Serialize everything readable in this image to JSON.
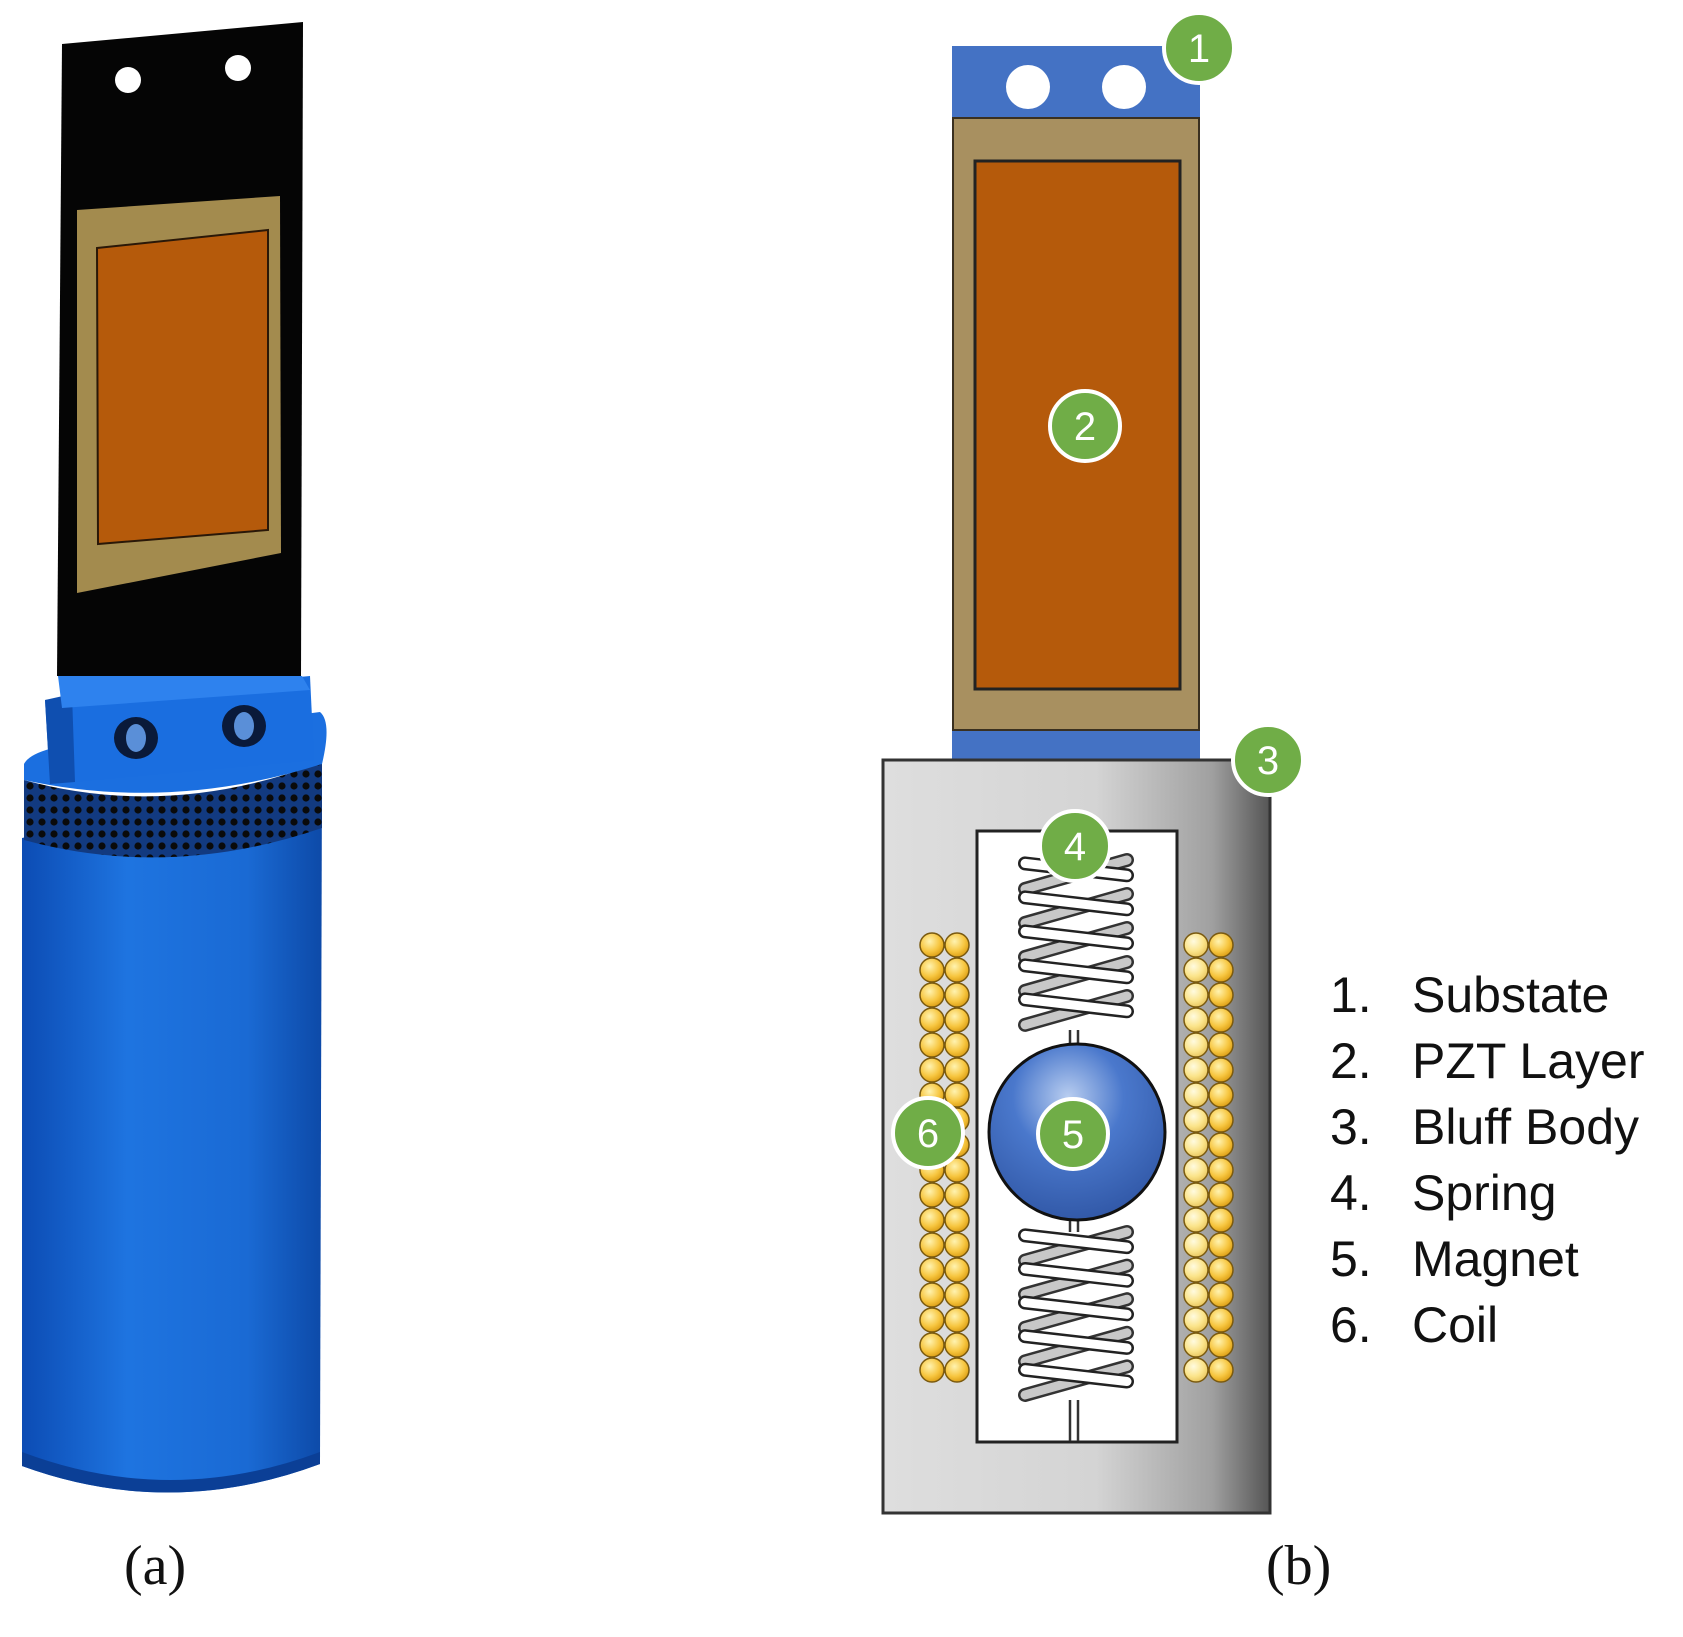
{
  "panels": {
    "a": {
      "label": "(a)"
    },
    "b": {
      "label": "(b)"
    }
  },
  "badges": [
    "1",
    "2",
    "3",
    "4",
    "5",
    "6"
  ],
  "legend": [
    {
      "number": "1.",
      "text": "Substate"
    },
    {
      "number": "2.",
      "text": "PZT Layer"
    },
    {
      "number": "3.",
      "text": "Bluff Body"
    },
    {
      "number": "4.",
      "text": "Spring"
    },
    {
      "number": "5.",
      "text": "Magnet"
    },
    {
      "number": "6.",
      "text": "Coil"
    }
  ],
  "colors": {
    "substrate_blue": "#4472c4",
    "pzt_orange": "#b55a0b",
    "electrode_tan": "#a89060",
    "badge_green": "#70ad47",
    "coil_yellow": "#f5c342",
    "cylinder_blue": "#1f6fd6",
    "bluff_gray": "#d9d9d9"
  }
}
